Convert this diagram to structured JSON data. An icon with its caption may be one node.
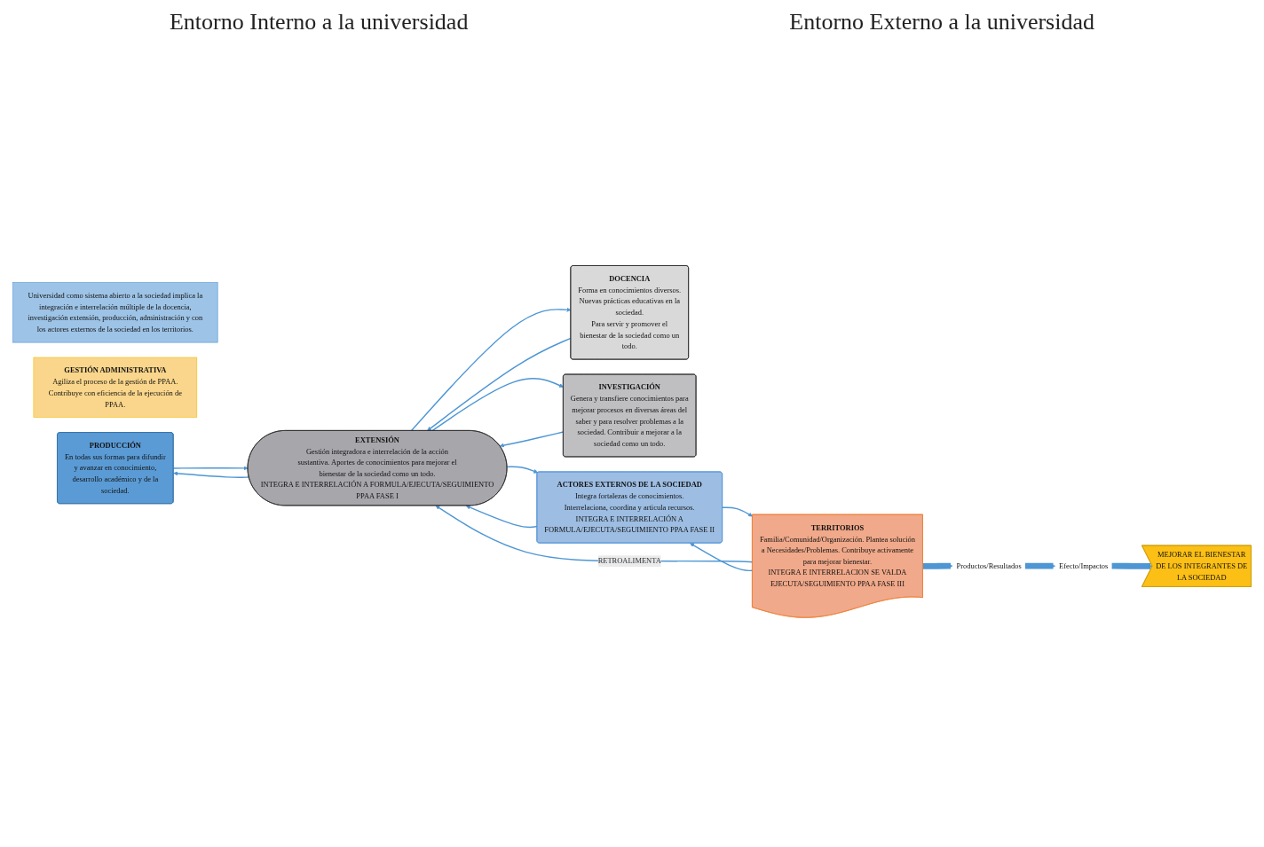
{
  "diagram": {
    "nodes": [
      {
        "text": [
          "Universidad como sistema abierto a la sociedad implica la integración e interrelación múltiple de la docencia, investigación extensión, producción, administración y con los actores externos de la sociedad en los territorios."
        ]
      },
      {
        "text": [
          "GESTIÓN ADMINISTRATIVA",
          "Agiliza el proceso de la gestión de PPAA. Contribuye con eficiencia de la ejecución de PPAA."
        ]
      },
      {
        "text": [
          "PRODUCCIÓN",
          "En todas sus formas para difundir y avanzar en conocimiento, desarrollo académico y de la sociedad."
        ]
      },
      {
        "text": [
          "DOCENCIA",
          "Forma en conocimientos diversos.",
          "Nuevas prácticas educativas en la sociedad.",
          "Para servir y promover el bienestar de  la sociedad como un todo."
        ]
      },
      {
        "text": [
          "EXTENSIÓN",
          "Gestión integradora e interrelación de la acción sustantiva. Aportes de conocimientos para mejorar el bienestar de la sociedad como un todo.",
          "INTEGRA E INTERRELACIÓN A FORMULA/EJECUTA/SEGUIMIENTO PPAA FASE I"
        ]
      },
      {
        "text": [
          "INVESTIGACIÓN",
          "Genera y transfiere conocimientos para mejorar procesos en diversas áreas del saber y para resolver problemas a la sociedad. Contribuir a mejorar a la sociedad como un todo."
        ]
      },
      {
        "text": [
          "ACTORES EXTERNOS DE LA SOCIEDAD",
          "Integra fortalezas de conocimientos. Interrelaciona, coordina y articula recursos.",
          "INTEGRA  E INTERRELACIÓN A FORMULA/EJECUTA/SEGUIMIENTO PPAA FASE II"
        ]
      },
      {
        "text": [
          "TERRITORIOS",
          "Familia/Comunidad/Organización. Plantea solución a Necesidades/Problemas. Contribuye activamente para mejorar bienestar.",
          "INTEGRA  E INTERRELACION SE VALDA EJECUTA/SEGUIMIENTO PPAA FASE III"
        ]
      },
      {
        "text": [
          "Productos/Resultados"
        ]
      },
      {
        "text": [
          "Efecto/Impactos"
        ]
      },
      {
        "text": [
          "MEJORAR EL BIENESTAR DE LOS INTEGRANTES DE LA SOCIEDAD"
        ]
      }
    ],
    "edges": [
      {
        "from": 4,
        "to": 2,
        "arrow": "to"
      },
      {
        "from": 2,
        "to": 4,
        "arrow": "to"
      },
      {
        "from": 4,
        "to": 3,
        "arrow": "to"
      },
      {
        "from": 3,
        "to": 4,
        "arrow": "to"
      },
      {
        "from": 5,
        "to": 4,
        "arrow": "to"
      },
      {
        "from": 4,
        "to": 5,
        "arrow": "to"
      },
      {
        "from": 4,
        "to": 6,
        "arrow": "to"
      },
      {
        "from": 6,
        "to": 4,
        "arrow": "to"
      },
      {
        "from": 7,
        "to": 4,
        "arrow": "to",
        "label": "RETROALIMENTA"
      },
      {
        "from": 6,
        "to": 7,
        "arrow": "to"
      },
      {
        "from": 7,
        "to": 6,
        "arrow": "to"
      },
      {
        "from": 7,
        "to": 8,
        "arrow": "to",
        "style": "thick"
      },
      {
        "from": 8,
        "to": 9,
        "arrow": "to",
        "style": "thick"
      },
      {
        "from": 9,
        "to": 10,
        "arrow": "to",
        "style": "thick"
      }
    ],
    "labels": [
      "Entorno Interno a la universidad",
      "Entorno Externo a la universidad"
    ]
  }
}
